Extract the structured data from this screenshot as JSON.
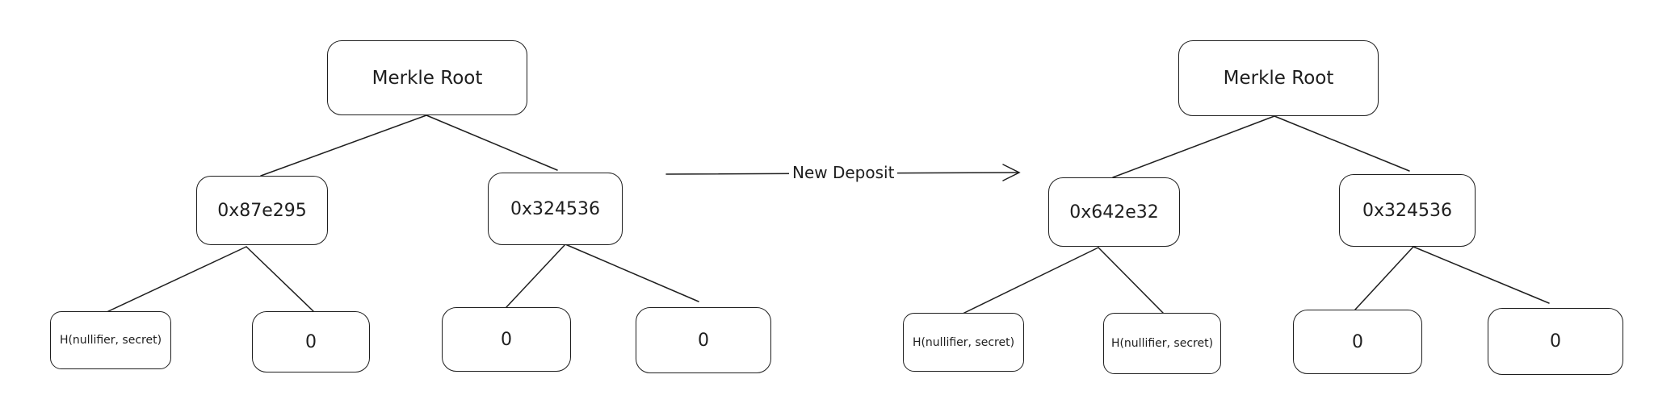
{
  "colors": {
    "stroke": "#1e1e1e",
    "background": "#ffffff"
  },
  "before_tree": {
    "root": "Merkle Root",
    "left": "0x87e295",
    "right": "0x324536",
    "leaves": [
      "H(nullifier, secret)",
      "0",
      "0",
      "0"
    ]
  },
  "transition": {
    "label": "New Deposit"
  },
  "after_tree": {
    "root": "Merkle Root",
    "left": "0x642e32",
    "right": "0x324536",
    "leaves": [
      "H(nullifier, secret)",
      "H(nullifier, secret)",
      "0",
      "0"
    ]
  }
}
